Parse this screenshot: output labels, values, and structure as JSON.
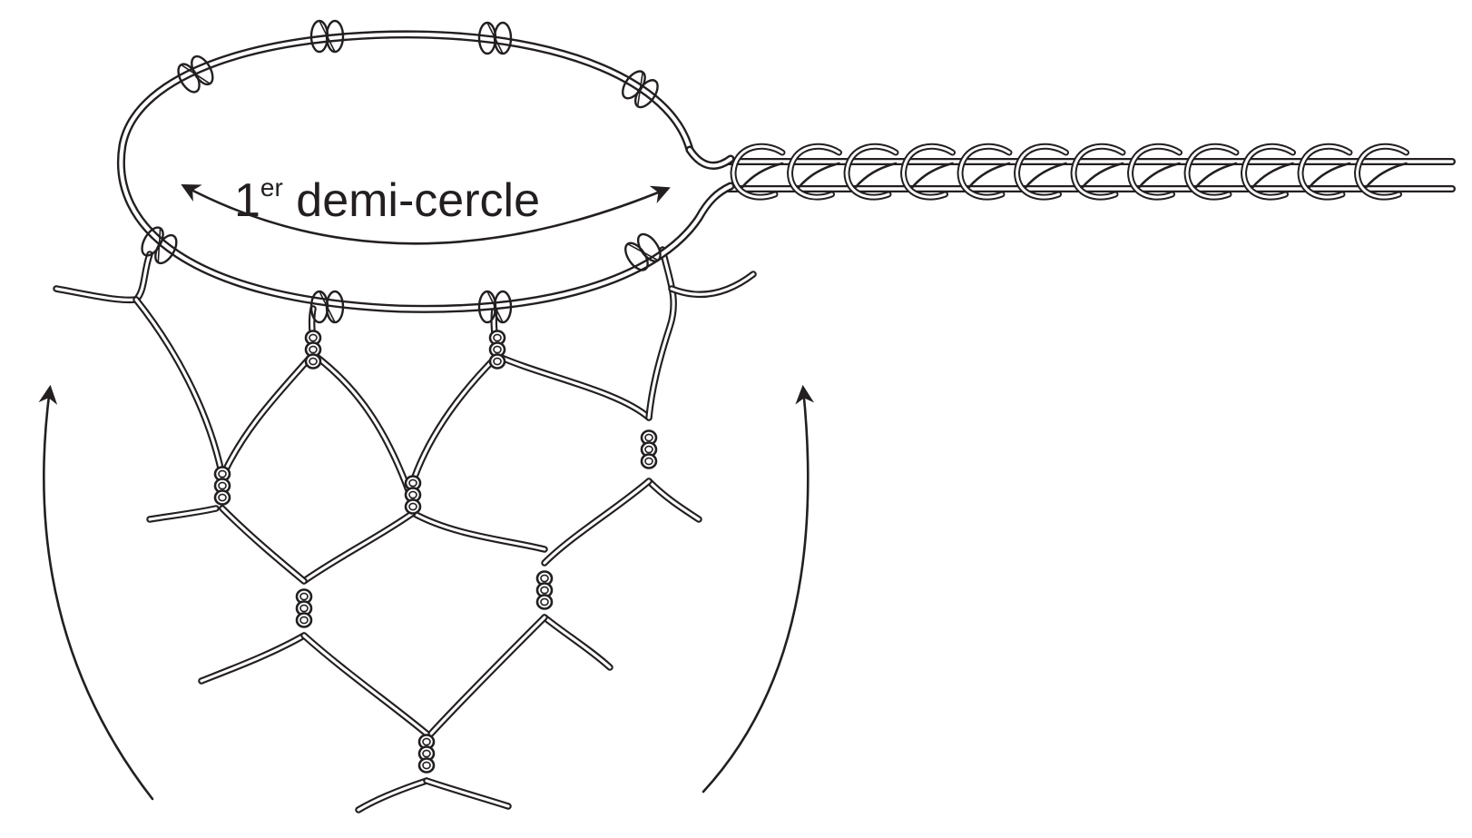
{
  "label": {
    "number": "1",
    "superscript": "er",
    "text": " demi-cercle"
  },
  "colors": {
    "ink": "#231f20",
    "background": "#ffffff"
  }
}
